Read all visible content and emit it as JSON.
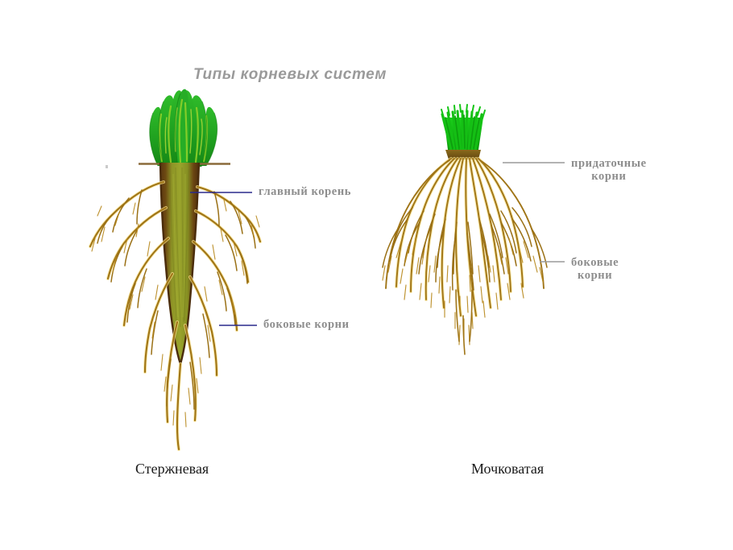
{
  "figure": {
    "title": "Типы корневых систем",
    "title_color": "#9a9a9a",
    "background": "#ffffff"
  },
  "diagrams": [
    {
      "id": "taproot",
      "caption": "Стержневая",
      "labels": [
        {
          "id": "main-root",
          "text": "главный корень",
          "leader_color": "#2a2a8c"
        },
        {
          "id": "lateral-roots",
          "text": "боковые корни",
          "leader_color": "#2a2a8c"
        }
      ],
      "parts": {
        "foliage_color": "#24a524",
        "foliage_highlight": "#7ec61d",
        "soil_line_color": "#8a6a3a",
        "taproot_core_color": "#8a9324",
        "taproot_edge_color": "#5d3a12",
        "root_color": "#a8801a",
        "root_highlight": "#f3d86b"
      }
    },
    {
      "id": "fibrous",
      "caption": "Мочковатая",
      "labels": [
        {
          "id": "adventitious-roots",
          "text_line1": "придаточные",
          "text_line2": "корни",
          "leader_color": "#9a9a9a"
        },
        {
          "id": "lateral-roots",
          "text_line1": "боковые",
          "text_line2": "корни",
          "leader_color": "#9a9a9a"
        }
      ],
      "parts": {
        "foliage_color": "#17c017",
        "foliage_dark": "#0f9b0f",
        "stem_base_color": "#7a5a16",
        "root_color": "#a8801a",
        "root_highlight": "#f3d86b"
      }
    }
  ]
}
